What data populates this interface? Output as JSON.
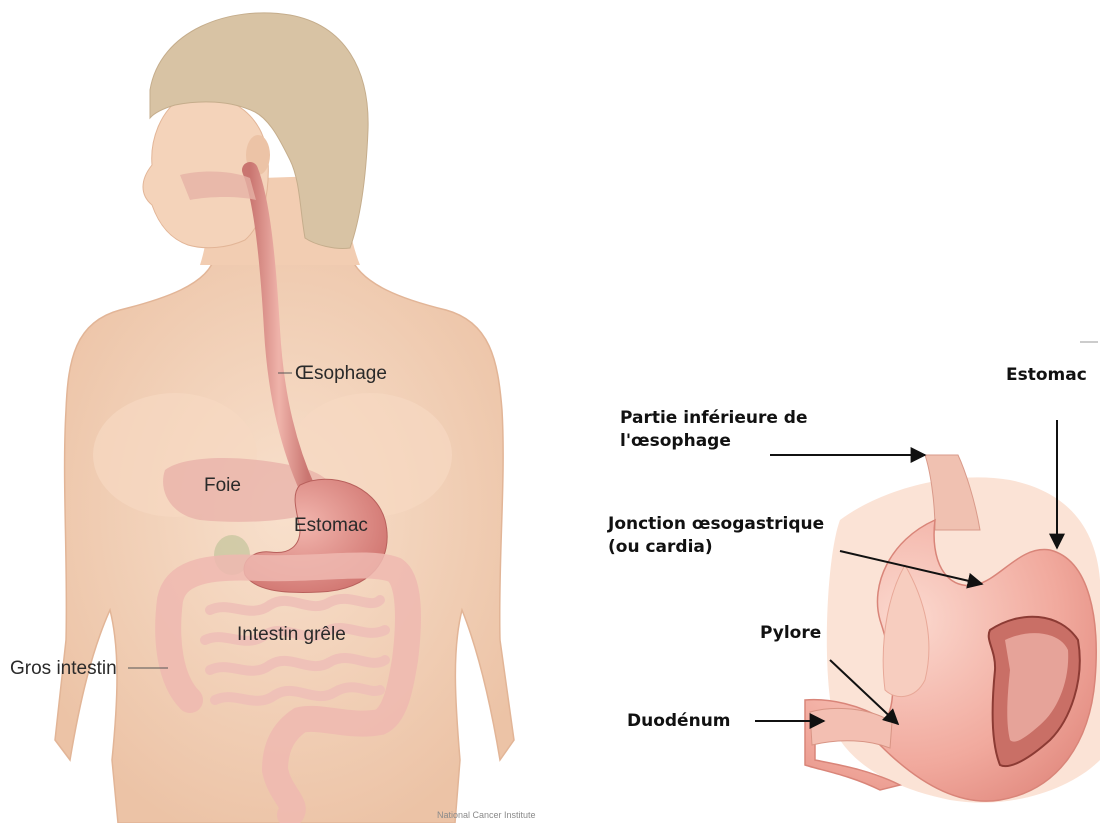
{
  "left_figure": {
    "labels": {
      "esophagus": "Œsophage",
      "liver": "Foie",
      "stomach": "Estomac",
      "small_intestine": "Intestin grêle",
      "large_intestine": "Gros intestin"
    },
    "credit": "National Cancer Institute"
  },
  "right_figure": {
    "labels": {
      "stomach": "Estomac",
      "lower_esophagus_line1": "Partie inférieure de",
      "lower_esophagus_line2": "l'œsophage",
      "junction_line1": "Jonction œsogastrique",
      "junction_line2": "(ou cardia)",
      "pylorus": "Pylore",
      "duodenum": "Duodénum"
    }
  },
  "colors": {
    "skin": "#f3d2b8",
    "hair": "#d8c3a4",
    "organ_pink": "#e7a9a3",
    "stomach": "#d9837f",
    "intestine": "#f0bcb4"
  }
}
